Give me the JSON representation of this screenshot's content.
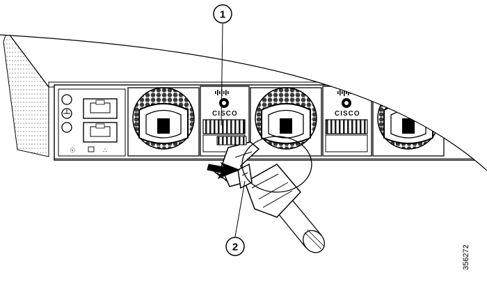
{
  "brand": {
    "logo_text": "CISCO"
  },
  "callouts": [
    {
      "number": "1"
    },
    {
      "number": "2"
    }
  ],
  "figure_id": "356272"
}
